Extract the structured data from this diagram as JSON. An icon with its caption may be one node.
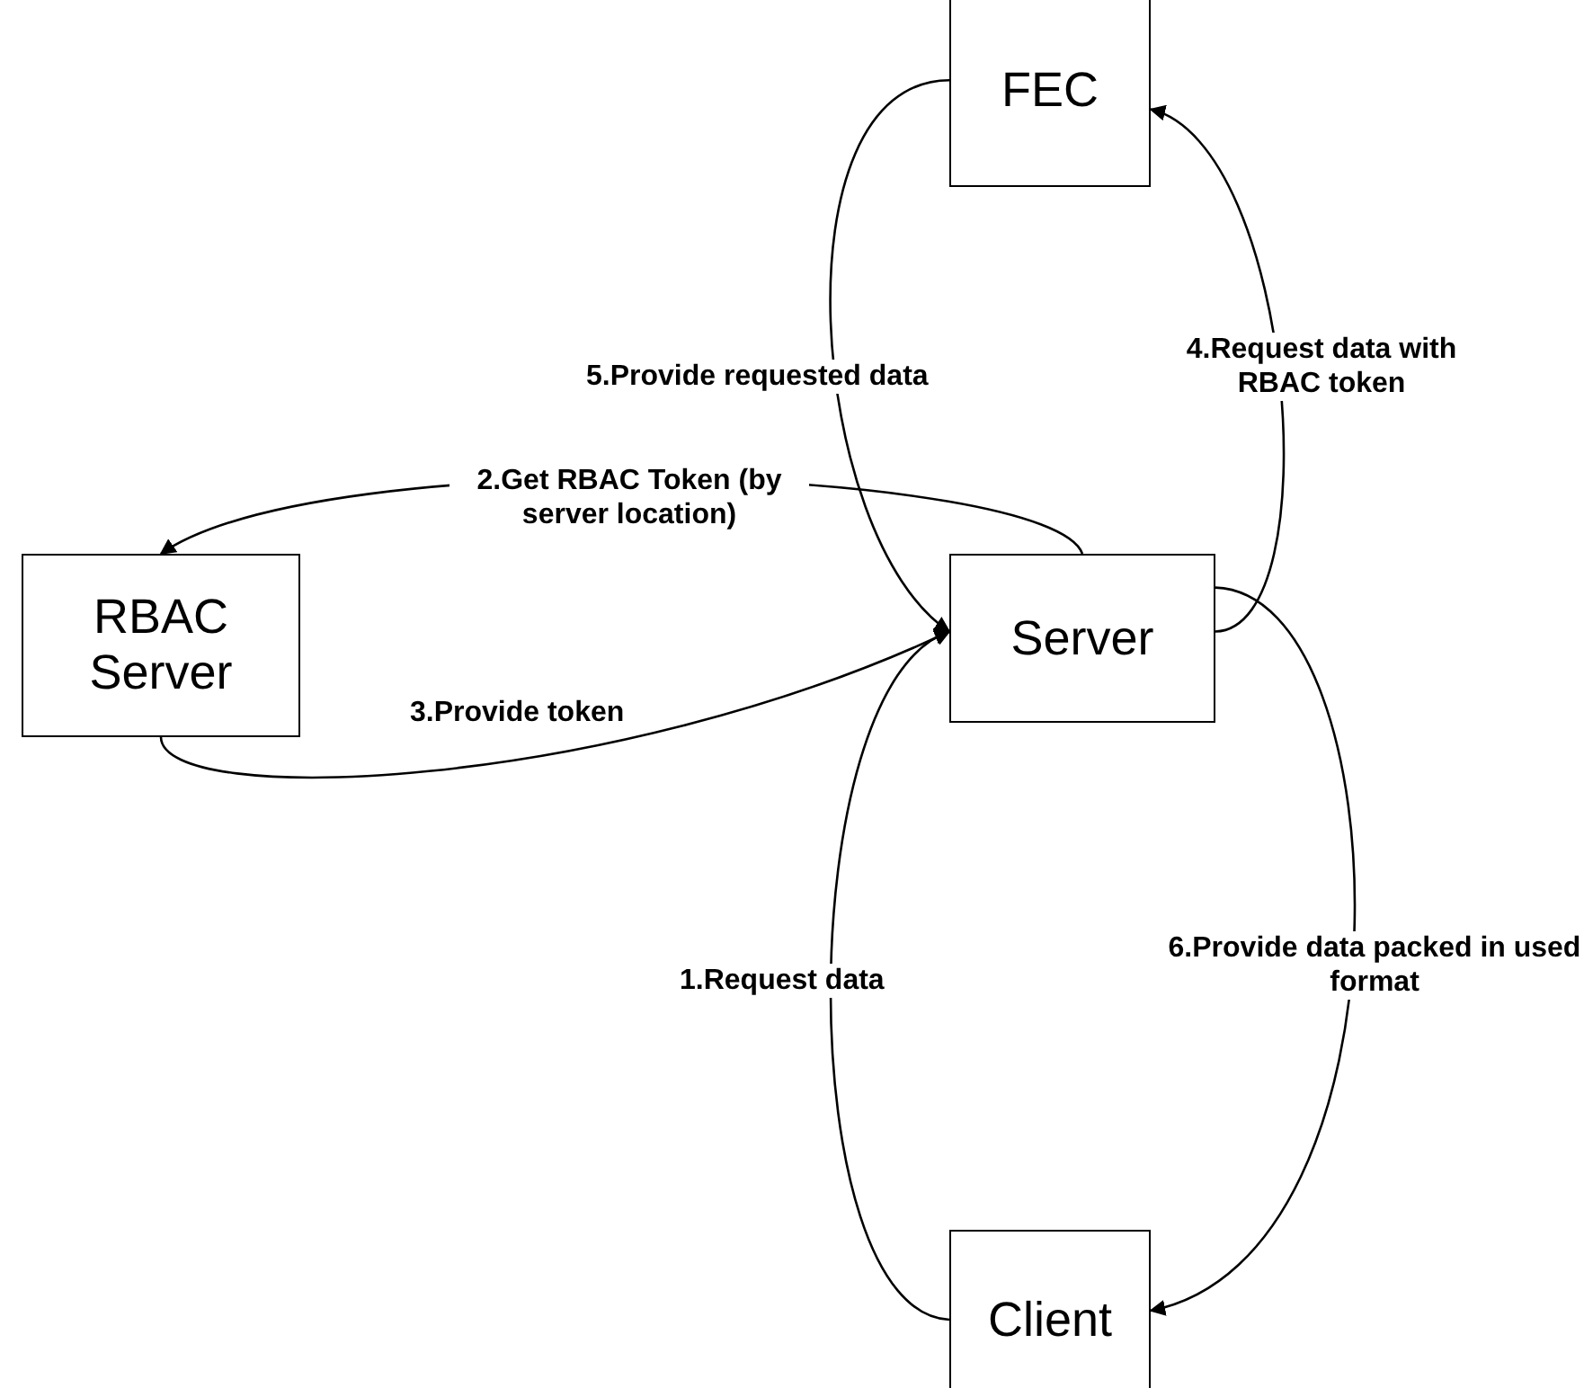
{
  "diagram": {
    "nodes": [
      {
        "text": [
          "FEC"
        ]
      },
      {
        "text": [
          "RBAC Server"
        ]
      },
      {
        "text": [
          "Server"
        ]
      },
      {
        "text": [
          "Client"
        ]
      }
    ],
    "edges": [
      {
        "from": 3,
        "to": 2,
        "arrow": "to",
        "label": "1.Request data"
      },
      {
        "from": 2,
        "to": 1,
        "arrow": "to",
        "label": "2.Get RBAC Token (by server location)"
      },
      {
        "from": 1,
        "to": 2,
        "arrow": "to",
        "label": "3.Provide token"
      },
      {
        "from": 2,
        "to": 0,
        "arrow": "to",
        "label": "4.Request data with RBAC token"
      },
      {
        "from": 0,
        "to": 2,
        "arrow": "to",
        "label": "5.Provide requested data"
      },
      {
        "from": 2,
        "to": 3,
        "arrow": "to",
        "label": "6.Provide data packed in used format"
      }
    ]
  }
}
